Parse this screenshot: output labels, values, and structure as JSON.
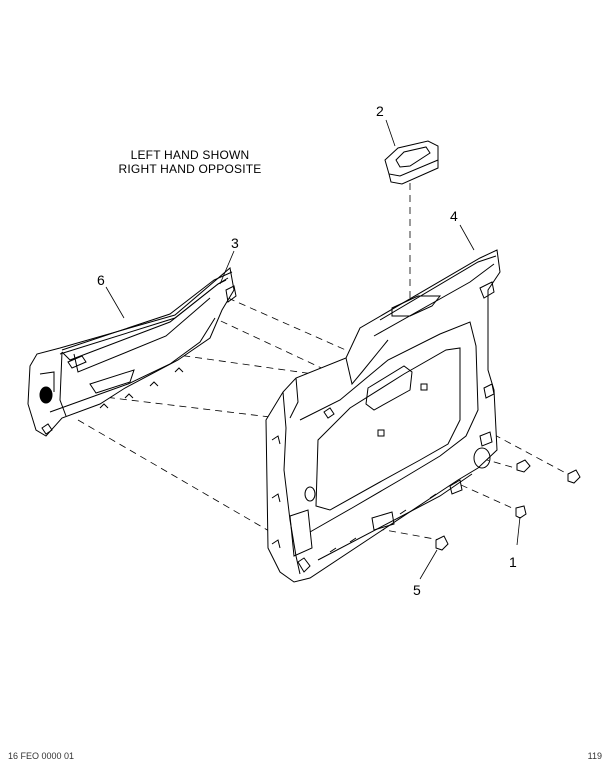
{
  "notes": {
    "line1": "LEFT HAND SHOWN",
    "line2": "RIGHT HAND OPPOSITE"
  },
  "callouts": {
    "c1": "1",
    "c2": "2",
    "c3": "3",
    "c4": "4",
    "c5": "5",
    "c6": "6"
  },
  "footer": {
    "left": "16 FEO 0000 01",
    "right": "119"
  }
}
